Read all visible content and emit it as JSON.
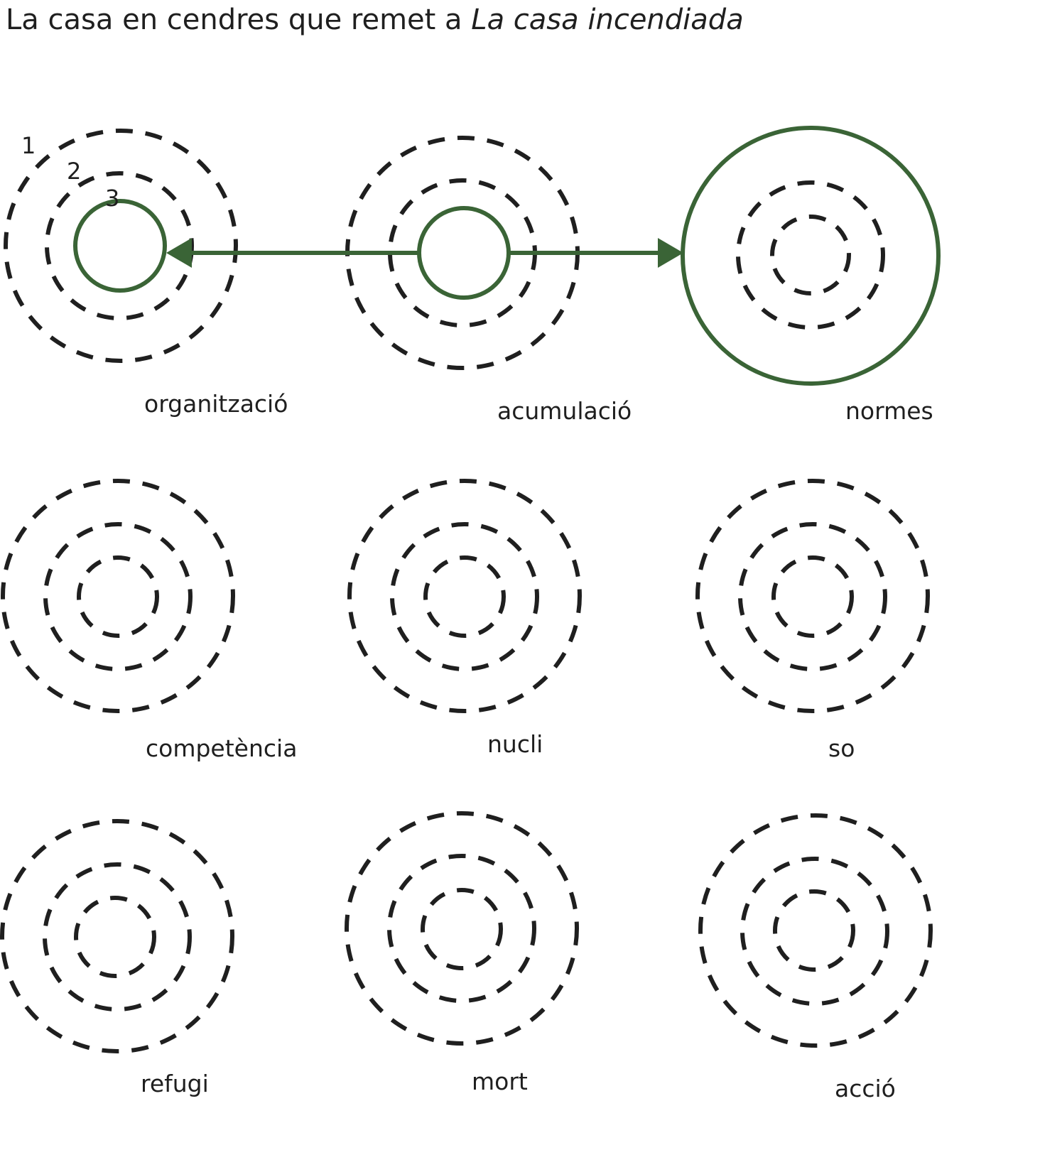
{
  "title": {
    "prefix": "La casa en cendres que remet a ",
    "italic": "La casa incendiada"
  },
  "ring_numbers": [
    "1",
    "2",
    "3"
  ],
  "labels": [
    "organització",
    "acumulació",
    "normes",
    "competència",
    "nucli",
    "so",
    "refugi",
    "mort",
    "acció"
  ],
  "colors": {
    "accent": "#3a6436",
    "dashed": "#1f1f1f",
    "text": "#1f1f1f"
  }
}
